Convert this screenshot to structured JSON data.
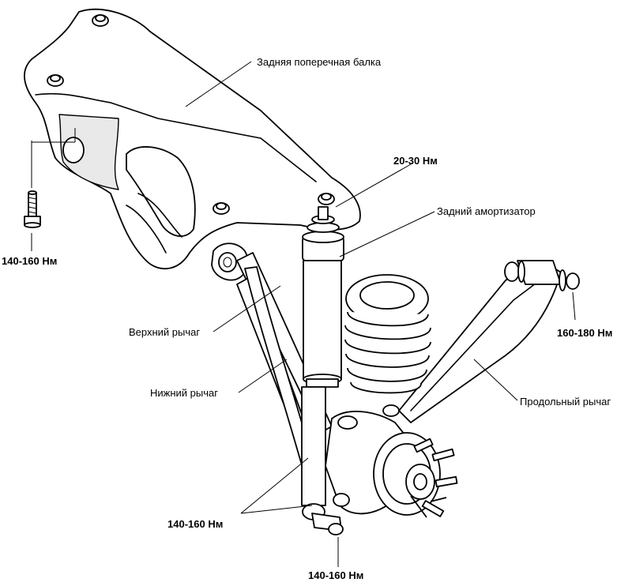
{
  "labels": {
    "crossmember": "Задняя поперечная балка",
    "torque_top": "20-30 Нм",
    "shock": "Задний амортизатор",
    "torque_left": "140-160 Нм",
    "torque_right": "160-180 Нм",
    "upper_arm": "Верхний рычаг",
    "lower_arm": "Нижний рычаг",
    "trailing_arm": "Продольный рычаг",
    "torque_bottom_left": "140-160 Нм",
    "torque_bottom": "140-160 Нм"
  }
}
